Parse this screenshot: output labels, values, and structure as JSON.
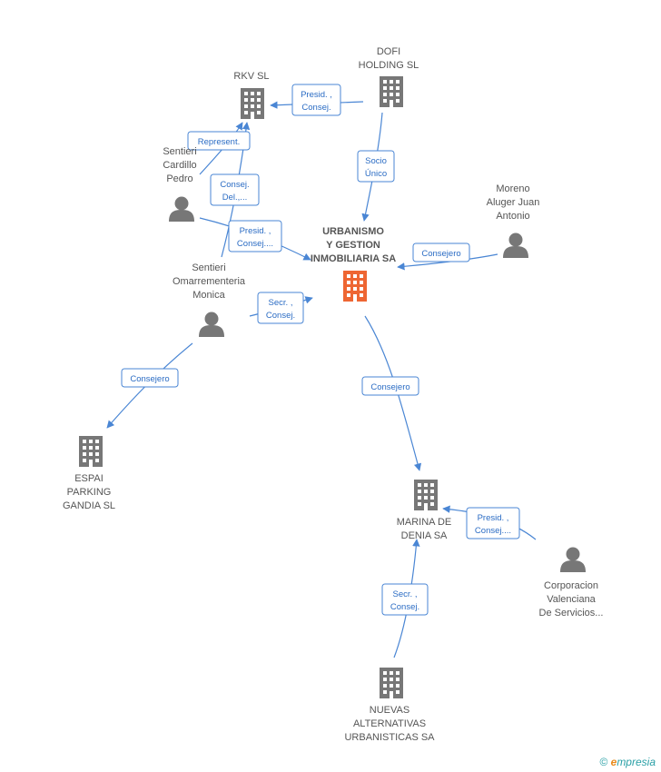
{
  "nodes": {
    "rkv": [
      "RKV  SL"
    ],
    "dofi": [
      "DOFI",
      "HOLDING SL"
    ],
    "cardillo": [
      "Sentieri",
      "Cardillo",
      "Pedro"
    ],
    "urbanismo": [
      "URBANISMO",
      "Y GESTION",
      "INMOBILIARIA SA"
    ],
    "moreno": [
      "Moreno",
      "Aluger Juan",
      "Antonio"
    ],
    "monica": [
      "Sentieri",
      "Omarrementeria",
      "Monica"
    ],
    "espai": [
      "ESPAI",
      "PARKING",
      "GANDIA SL"
    ],
    "marina": [
      "MARINA DE",
      "DENIA SA"
    ],
    "corporacion": [
      "Corporacion",
      "Valenciana",
      "De Servicios..."
    ],
    "nuevas": [
      "NUEVAS",
      "ALTERNATIVAS",
      "URBANISTICAS SA"
    ]
  },
  "relations": {
    "presid_rkv": [
      "Presid. ,",
      "Consej."
    ],
    "socio_unico": [
      "Socio",
      "Único"
    ],
    "represent": [
      "Represent."
    ],
    "consej_del": [
      "Consej.",
      "Del.,..."
    ],
    "presid_urb": [
      "Presid. ,",
      "Consej...."
    ],
    "consejero_moreno": [
      "Consejero"
    ],
    "secr_urb": [
      "Secr. ,",
      "Consej."
    ],
    "consejero_espai": [
      "Consejero"
    ],
    "consejero_marina": [
      "Consejero"
    ],
    "presid_marina": [
      "Presid. ,",
      "Consej...."
    ],
    "secr_marina": [
      "Secr. ,",
      "Consej."
    ]
  },
  "footer": {
    "copyright": "©",
    "brand_e": "e",
    "brand_rest": "mpresia"
  },
  "colors": {
    "edge": "#4a86d4",
    "building": "#777777",
    "building_main": "#ee6633",
    "person": "#777777"
  },
  "icons": {
    "company": "building-icon",
    "person": "person-icon"
  }
}
